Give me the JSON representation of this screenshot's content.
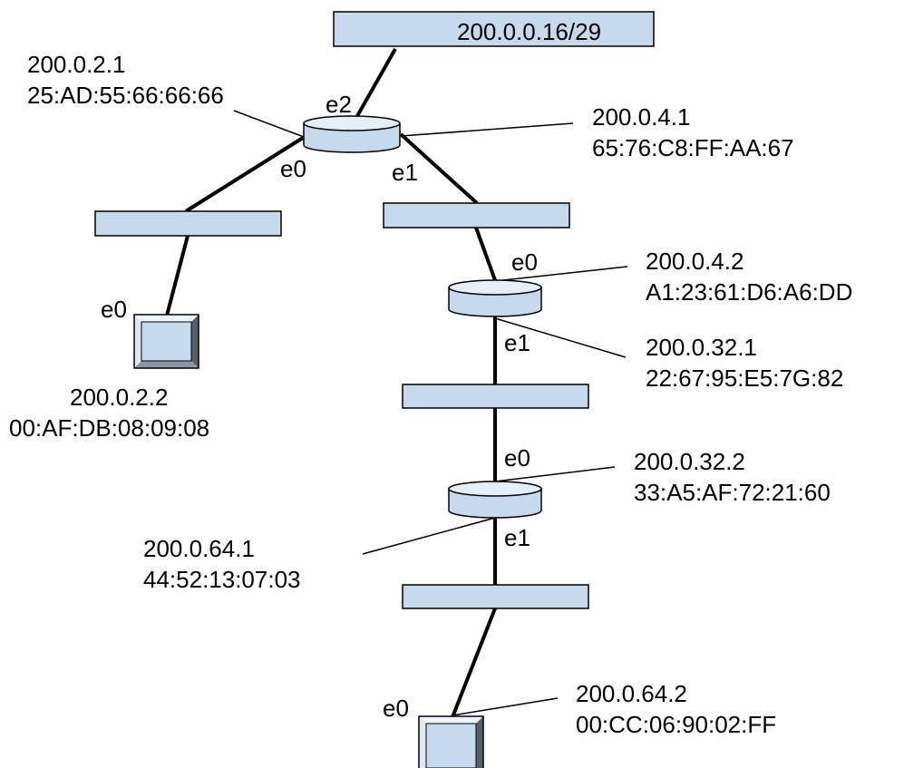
{
  "diagram": {
    "colors": {
      "segment_fill": "#c7d9ec",
      "router_top": "#e6eef7",
      "line": "#000000"
    },
    "top_network": {
      "label": "200.0.0.16/29"
    },
    "router_a": {
      "interfaces": {
        "e0": "e0",
        "e1": "e1",
        "e2": "e2"
      },
      "addr_e0": {
        "ip": "200.0.2.1",
        "mac": "25:AD:55:66:66:66"
      },
      "addr_e1": {
        "ip": "200.0.4.1",
        "mac": "65:76:C8:FF:AA:67"
      }
    },
    "host_left": {
      "interface": "e0",
      "addr": {
        "ip": "200.0.2.2",
        "mac": "00:AF:DB:08:09:08"
      }
    },
    "router_b": {
      "interfaces": {
        "e0": "e0",
        "e1": "e1"
      },
      "addr_e0": {
        "ip": "200.0.4.2",
        "mac": "A1:23:61:D6:A6:DD"
      },
      "addr_e1": {
        "ip": "200.0.32.1",
        "mac": "22:67:95:E5:7G:82"
      }
    },
    "router_c": {
      "interfaces": {
        "e0": "e0",
        "e1": "e1"
      },
      "addr_e0": {
        "ip": "200.0.32.2",
        "mac": "33:A5:AF:72:21:60"
      },
      "addr_e1": {
        "ip": "200.0.64.1",
        "mac": "44:52:13:07:03"
      }
    },
    "host_bottom": {
      "interface": "e0",
      "addr": {
        "ip": "200.0.64.2",
        "mac": "00:CC:06:90:02:FF"
      }
    }
  }
}
